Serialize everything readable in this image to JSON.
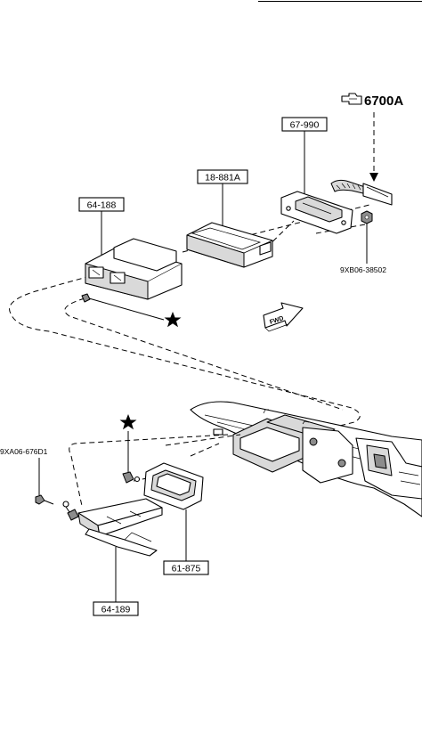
{
  "reference": {
    "text": "6700A"
  },
  "labels": {
    "p67990": "67-990",
    "p18881a": "18-881A",
    "p64188": "64-188",
    "p9xb06": "9XB06-38502",
    "p9xa06": "9XA06-676D1",
    "p61875": "61-875",
    "p64189": "64-189"
  },
  "fwd": {
    "text": "FWD"
  },
  "colors": {
    "line": "#000000",
    "background": "#ffffff",
    "shade": "#d9d9d9"
  }
}
